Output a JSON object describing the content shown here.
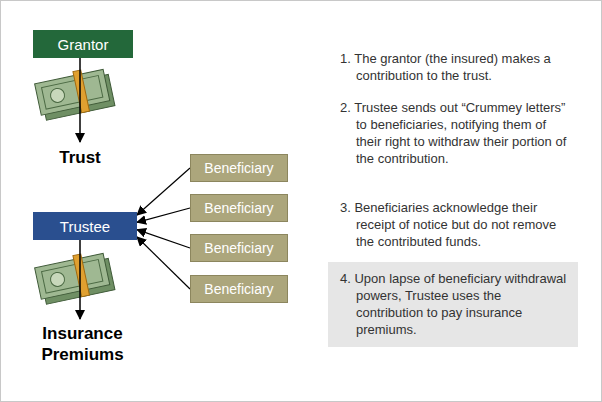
{
  "diagram": {
    "nodes": [
      {
        "text": [
          "Grantor"
        ]
      },
      {
        "text": [
          "Trustee"
        ]
      },
      {
        "text": [
          "Beneficiary"
        ]
      },
      {
        "text": [
          "Beneficiary"
        ]
      },
      {
        "text": [
          "Beneficiary"
        ]
      },
      {
        "text": [
          "Beneficiary"
        ]
      },
      {
        "text": [
          "4. Upon lapse of beneficiary withdrawal powers, Trustee uses the contribution to pay insurance premiums."
        ]
      }
    ],
    "edges": [
      {
        "from": 2,
        "to": 1,
        "arrow": "to"
      },
      {
        "from": 3,
        "to": 1,
        "arrow": "to"
      },
      {
        "from": 4,
        "to": 1,
        "arrow": "to"
      },
      {
        "from": 5,
        "to": 1,
        "arrow": "to"
      }
    ],
    "labels": [
      "Trust",
      "Insurance Premiums",
      "1. The grantor (the insured) makes a contribution to the trust.",
      "2. Trustee sends out “Crummey letters” to beneficiaries, notifying them of their right to withdraw their portion of the contribution.",
      "3. Beneficiaries acknowledge their receipt of notice but do not remove the contributed funds."
    ]
  }
}
